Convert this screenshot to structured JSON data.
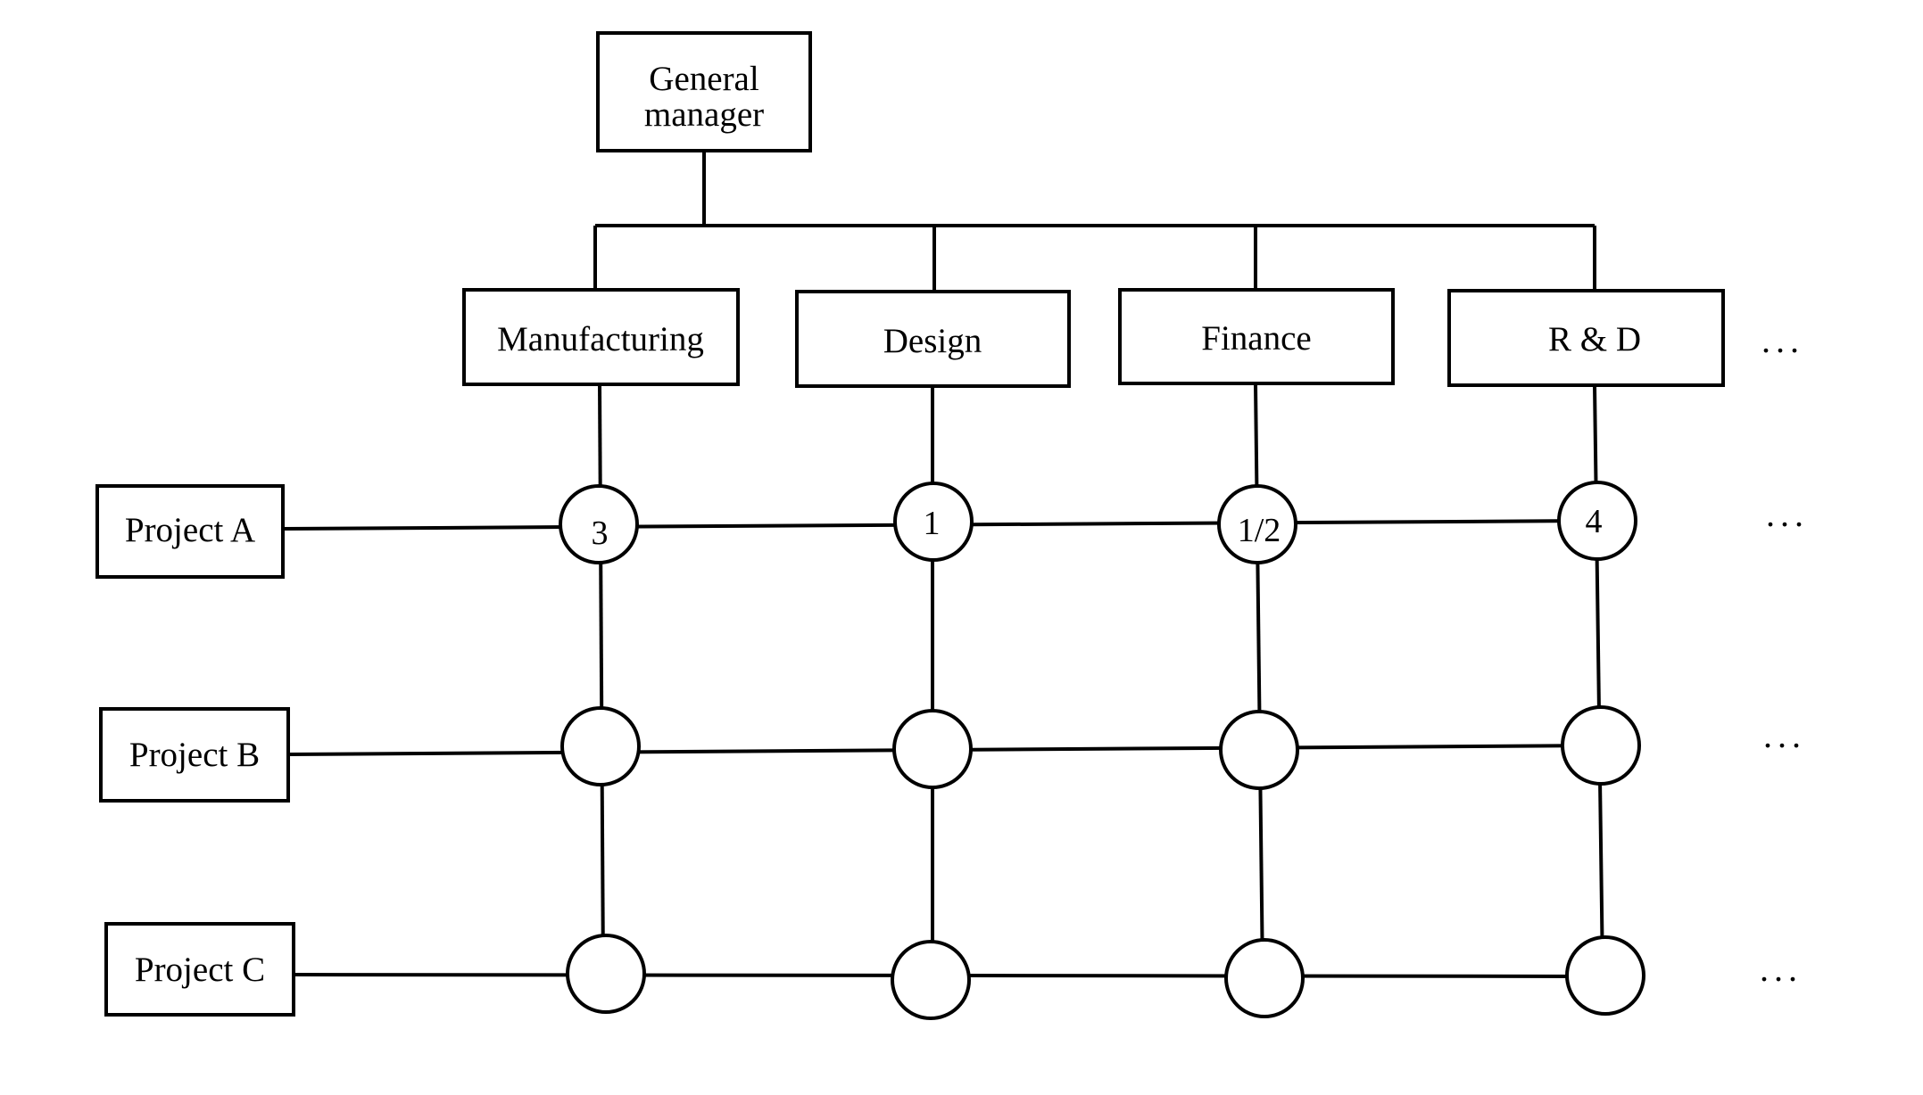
{
  "top": {
    "label_line1": "General",
    "label_line2": "manager"
  },
  "departments": [
    "Manufacturing",
    "Design",
    "Finance",
    "R & D"
  ],
  "projects": [
    "Project A",
    "Project B",
    "Project C"
  ],
  "cells": [
    [
      "3",
      "1",
      "1/2",
      "4"
    ],
    [
      "",
      "",
      "",
      ""
    ],
    [
      "",
      "",
      "",
      ""
    ]
  ],
  "continuation": "..."
}
